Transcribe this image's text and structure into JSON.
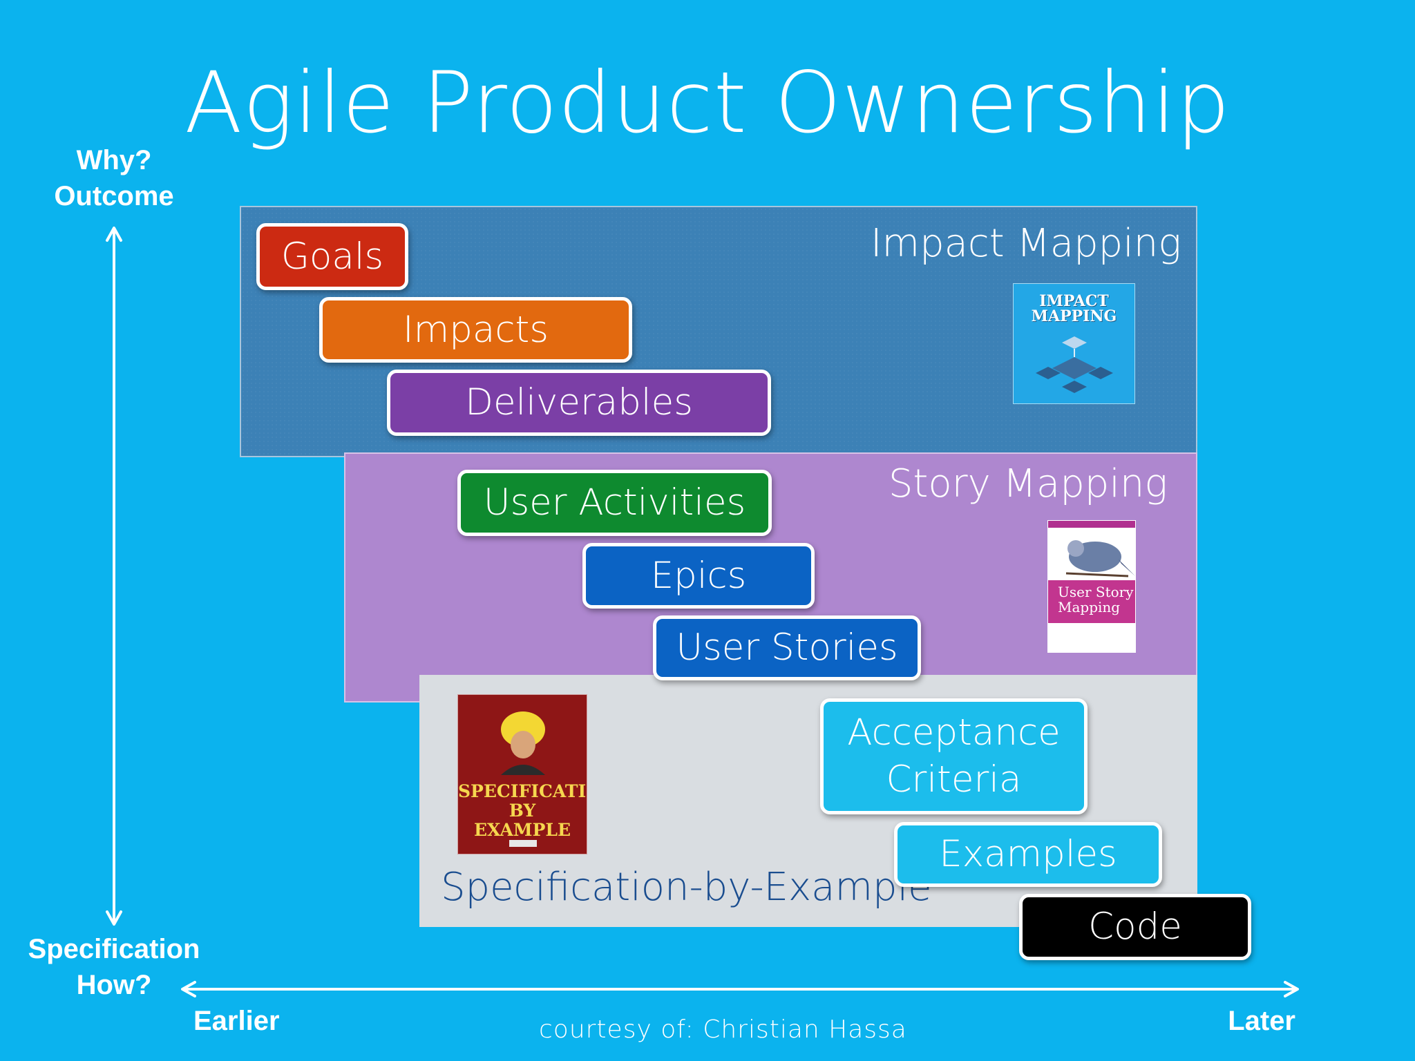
{
  "title": "Agile Product Ownership",
  "axis": {
    "y_top": [
      "Why?",
      "Outcome"
    ],
    "y_bottom": [
      "Specification",
      "How?"
    ],
    "x_left": "Earlier",
    "x_right": "Later"
  },
  "panels": {
    "impact_mapping": "Impact Mapping",
    "story_mapping": "Story Mapping",
    "specification_by_example": "Specification-by-Example"
  },
  "boxes": {
    "goals": "Goals",
    "impacts": "Impacts",
    "deliverables": "Deliverables",
    "user_activities": "User Activities",
    "epics": "Epics",
    "user_stories": "User Stories",
    "acceptance_criteria": [
      "Acceptance",
      "Criteria"
    ],
    "examples": "Examples",
    "code": "Code"
  },
  "books": {
    "impact_mapping": [
      "IMPACT",
      "MAPPING"
    ],
    "story_mapping": [
      "User Story",
      "Mapping"
    ],
    "specification_by_example": [
      "SPECIFICATION",
      "BY EXAMPLE"
    ]
  },
  "credit": "courtesy of: Christian Hassa",
  "colors": {
    "background": "#0bb3ee",
    "impact_panel": "#3c81b6",
    "story_panel": "#ae87cf",
    "sbe_panel": "#d9dde1",
    "goals": "#cc2a12",
    "impacts": "#e2690f",
    "deliverables": "#7b3fa6",
    "user_activities": "#0e8a2f",
    "epics": "#0b63c4",
    "user_stories": "#0b63c4",
    "acceptance_criteria": "#1cbdec",
    "examples": "#1cbdec",
    "code": "#000000"
  }
}
